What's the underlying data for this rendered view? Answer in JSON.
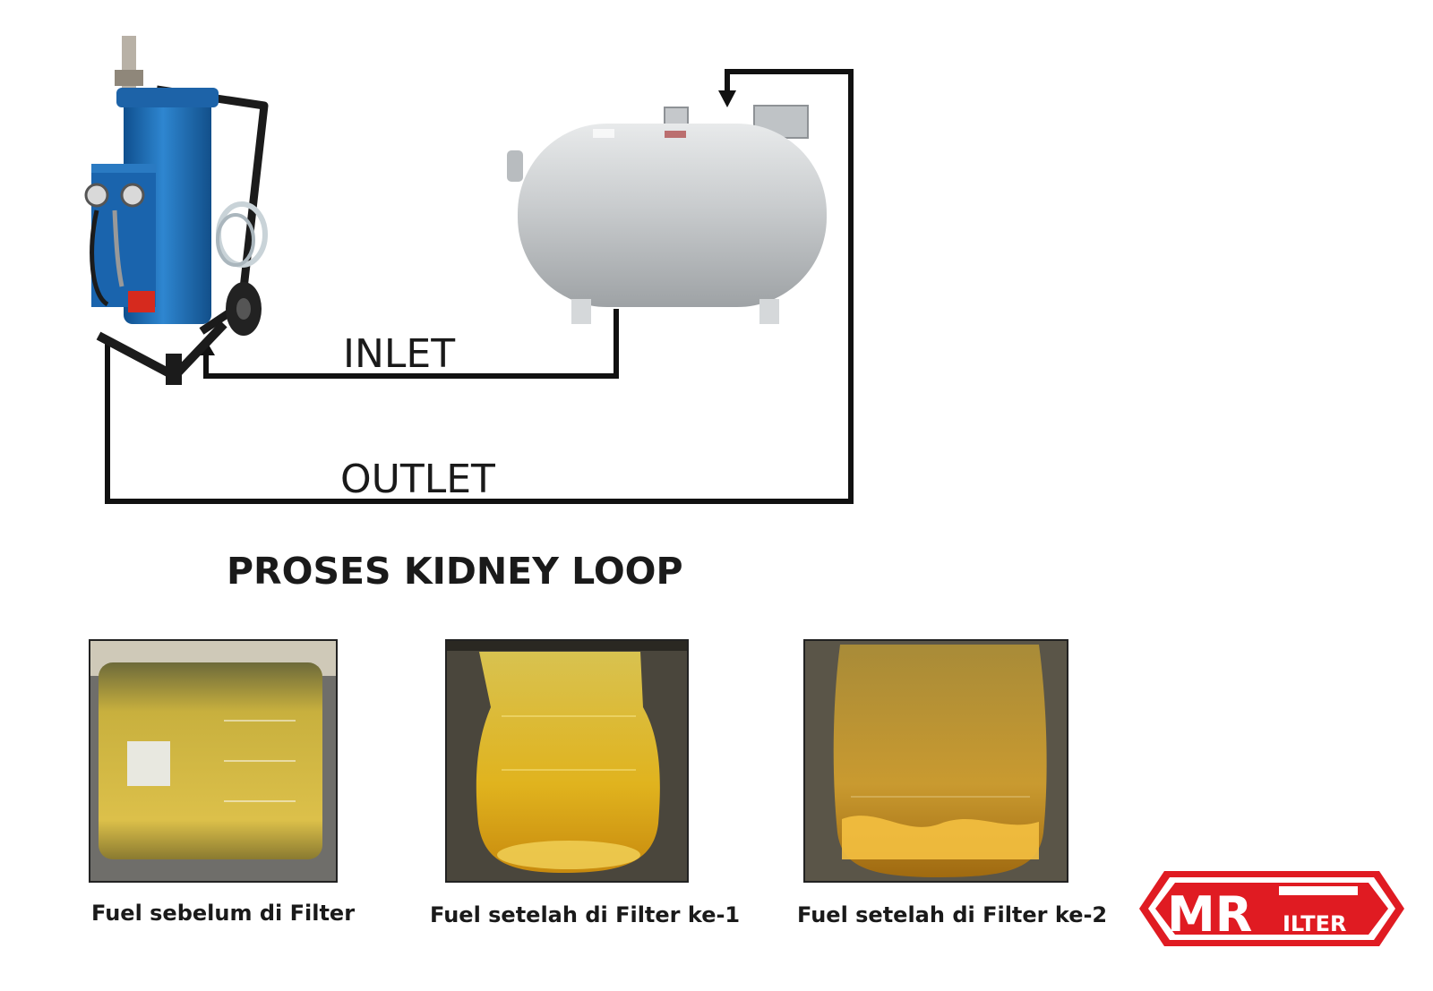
{
  "diagram": {
    "inlet_label": "INLET",
    "outlet_label": "OUTLET",
    "title": "PROSES KIDNEY LOOP"
  },
  "samples": [
    {
      "caption": "Fuel sebelum di Filter"
    },
    {
      "caption": "Fuel setelah di Filter ke-1"
    },
    {
      "caption": "Fuel setelah di Filter ke-2"
    }
  ],
  "logo": {
    "text_main": "MR",
    "text_sub": "ILTER",
    "color": "#e01b22"
  },
  "colors": {
    "line": "#111111",
    "filter_body": "#1f6fb8",
    "tank": "#c9ccce",
    "fuel": "#e0b020"
  }
}
